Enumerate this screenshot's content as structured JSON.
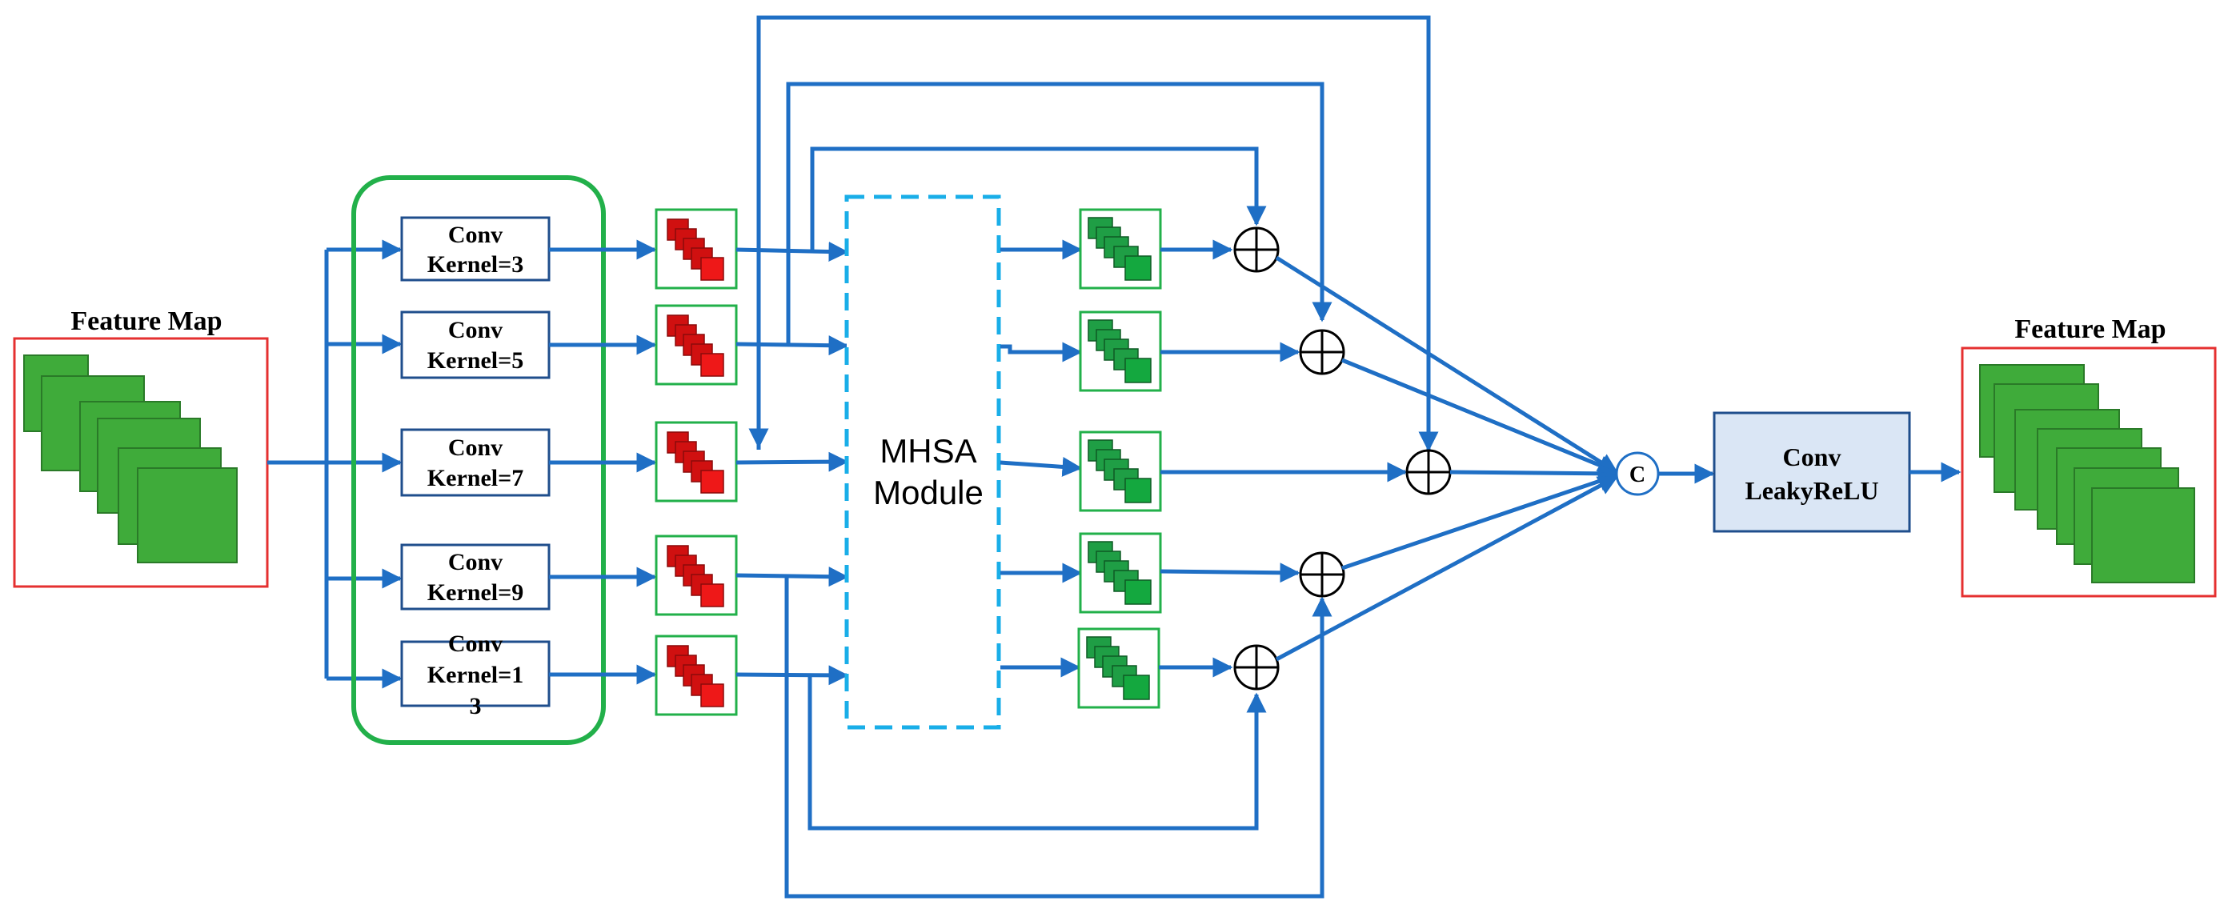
{
  "input": {
    "title": "Feature Map"
  },
  "output": {
    "title": "Feature Map"
  },
  "branches": [
    {
      "line1": "Conv",
      "line2": "Kernel=3"
    },
    {
      "line1": "Conv",
      "line2": "Kernel=5"
    },
    {
      "line1": "Conv",
      "line2": "Kernel=7"
    },
    {
      "line1": "Conv",
      "line2": "Kernel=9"
    },
    {
      "line1": "Conv",
      "line2": "Kernel=1",
      "line3": "3"
    }
  ],
  "mhsa": {
    "line1": "MHSA",
    "line2": "Module"
  },
  "concat": {
    "symbol": "C"
  },
  "final_conv": {
    "line1": "Conv",
    "line2": "LeakyReLU"
  },
  "colors": {
    "arrow": "#1f6fc5",
    "feature_green": "#3fab3a",
    "red_block": "#e01010",
    "box_red": "#e53030",
    "group_green": "#22b04a",
    "mhsa_dash": "#19aee8",
    "conv_fill": "#dae6f5"
  }
}
